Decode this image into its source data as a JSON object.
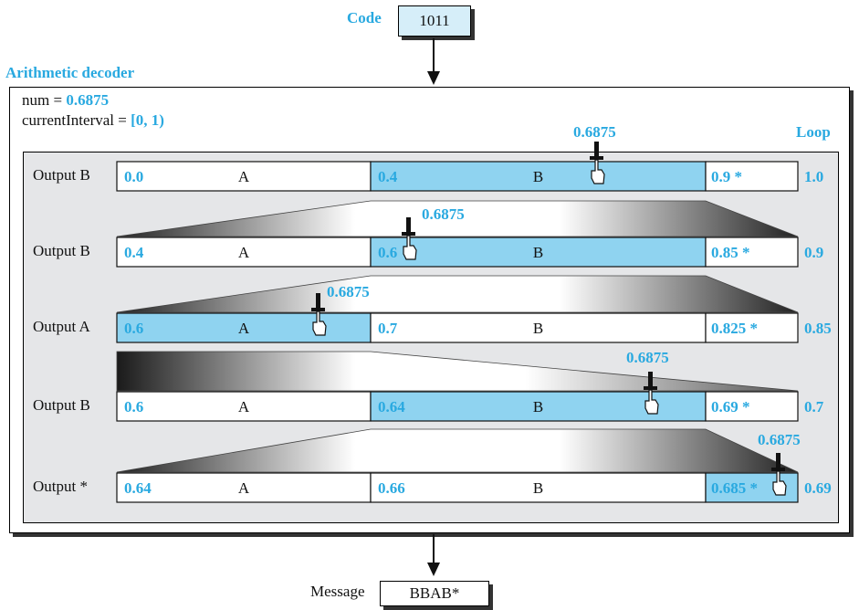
{
  "code": {
    "label": "Code",
    "value": "1011"
  },
  "decoder": {
    "title": "Arithmetic decoder",
    "num_label": "num = ",
    "num_value": "0.6875",
    "interval_label": "currentInterval = ",
    "interval_value": "[0, 1)",
    "loop_label": "Loop",
    "marker_value": "0.6875"
  },
  "rows": [
    {
      "output": "Output B",
      "bounds": [
        "0.0",
        "0.4",
        "0.9 *",
        "1.0"
      ],
      "symbols": [
        "A",
        "B"
      ],
      "selected": 1
    },
    {
      "output": "Output B",
      "bounds": [
        "0.4",
        "0.6",
        "0.85 *",
        "0.9"
      ],
      "symbols": [
        "A",
        "B"
      ],
      "selected": 1
    },
    {
      "output": "Output A",
      "bounds": [
        "0.6",
        "0.7",
        "0.825 *",
        "0.85"
      ],
      "symbols": [
        "A",
        "B"
      ],
      "selected": 0
    },
    {
      "output": "Output B",
      "bounds": [
        "0.6",
        "0.64",
        "0.69 *",
        "0.7"
      ],
      "symbols": [
        "A",
        "B"
      ],
      "selected": 1
    },
    {
      "output": "Output *",
      "bounds": [
        "0.64",
        "0.66",
        "0.685 *",
        "0.69"
      ],
      "symbols": [
        "A",
        "B"
      ],
      "selected": 2
    }
  ],
  "message": {
    "label": "Message",
    "value": "BBAB*"
  },
  "colors": {
    "highlight": "#8fd3f0",
    "accent": "#29a9e0",
    "panel": "#e5e6e8"
  }
}
